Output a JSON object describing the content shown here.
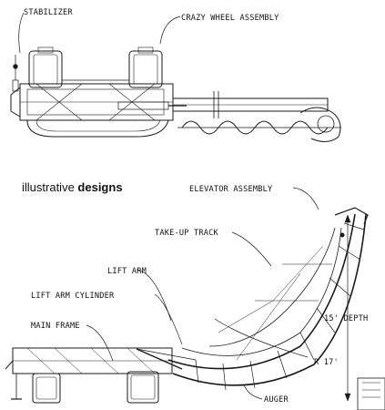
{
  "labels": {
    "stabilizer": "STABILIZER",
    "crazy_wheel": "CRAZY WHEEL ASSEMBLY",
    "elevator": "ELEVATOR ASSEMBLY",
    "take_up": "TAKE-UP TRACK",
    "lift_arm": "LIFT ARM",
    "lift_arm_cyl": "LIFT ARM CYLINDER",
    "main_frame": "MAIN FRAME",
    "depth": "15' DEPTH",
    "radius": "R 17'",
    "auger": "AUGER"
  },
  "brand": {
    "light": "illustrative ",
    "bold": "designs"
  }
}
